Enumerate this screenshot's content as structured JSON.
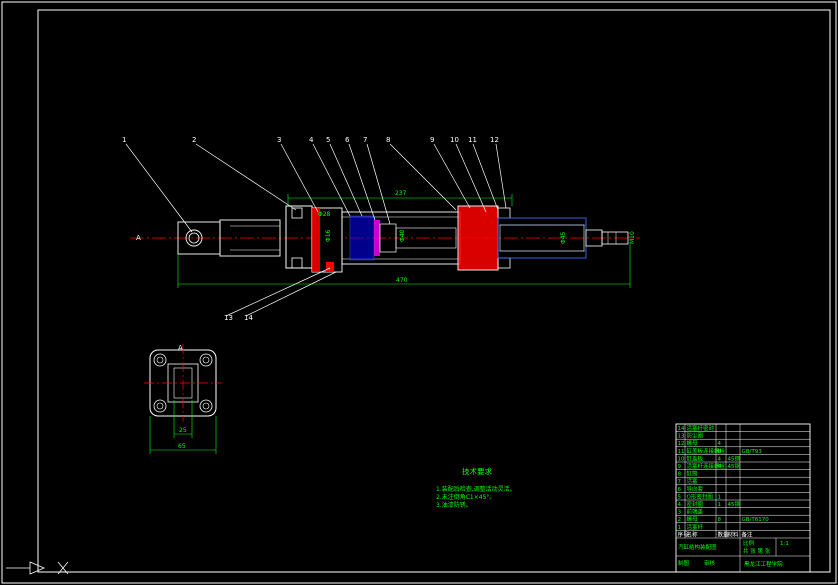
{
  "drawing": {
    "colors": {
      "background": "#000000",
      "line": "#ffffff",
      "green": "#00ff00",
      "red": "#ff0000",
      "blue": "#3a6cff",
      "magenta": "#ff00ff",
      "yellow": "#ffff00"
    },
    "leaders": [
      "1",
      "2",
      "3",
      "4",
      "5",
      "6",
      "7",
      "8",
      "9",
      "10",
      "11",
      "12",
      "13",
      "14"
    ],
    "dimensions": {
      "d_237": "237",
      "d_470": "470",
      "d_65": "65",
      "d_25": "25"
    },
    "small_labels": {
      "a_left": "A",
      "a_top": "A"
    },
    "inner_dims": [
      "Φ28",
      "Φ16",
      "Φ40",
      "Φ45",
      "M10"
    ]
  },
  "notes": {
    "title": "技术要求",
    "lines": [
      "1.装配后检查,调整活动灵活。",
      "2.未注倒角C1×45°。",
      "3.油漆防锈。"
    ]
  },
  "bom": {
    "rows": [
      {
        "no": "14",
        "name": "活塞杆密封",
        "qty": "",
        "mat": "",
        "note": ""
      },
      {
        "no": "13",
        "name": "防尘圈",
        "qty": "",
        "mat": "",
        "note": ""
      },
      {
        "no": "12",
        "name": "螺母",
        "qty": "4",
        "mat": "",
        "note": ""
      },
      {
        "no": "11",
        "name": "缸盖板连接螺栓",
        "qty": "8",
        "mat": "",
        "note": "GB/T93"
      },
      {
        "no": "10",
        "name": "缸盖板",
        "qty": "4",
        "mat": "45钢",
        "note": ""
      },
      {
        "no": "9",
        "name": "活塞杆连接螺栓",
        "qty": "4",
        "mat": "45钢",
        "note": ""
      },
      {
        "no": "8",
        "name": "缸筒",
        "qty": "",
        "mat": "",
        "note": ""
      },
      {
        "no": "7",
        "name": "活塞",
        "qty": "",
        "mat": "",
        "note": ""
      },
      {
        "no": "6",
        "name": "导向套",
        "qty": "",
        "mat": "",
        "note": ""
      },
      {
        "no": "5",
        "name": "O形密封圈",
        "qty": "1",
        "mat": "",
        "note": ""
      },
      {
        "no": "4",
        "name": "密封圈",
        "qty": "1",
        "mat": "45钢",
        "note": ""
      },
      {
        "no": "3",
        "name": "前端盖",
        "qty": "",
        "mat": "",
        "note": ""
      },
      {
        "no": "2",
        "name": "螺母",
        "qty": "8",
        "mat": "",
        "note": "GB/T6170"
      },
      {
        "no": "1",
        "name": "活塞杆",
        "qty": "",
        "mat": "",
        "note": ""
      }
    ],
    "header": {
      "no": "序号",
      "name": "名称",
      "qty": "数量",
      "mat": "材料",
      "note": "备注"
    },
    "title_block": {
      "drawing_name": "汽缸结构装配图",
      "scale_label": "比例",
      "scale": "1:1",
      "sheet": "共 张 第 张",
      "drawn": "制图",
      "checked": "审核",
      "school": "黑龙江工程学院"
    }
  }
}
